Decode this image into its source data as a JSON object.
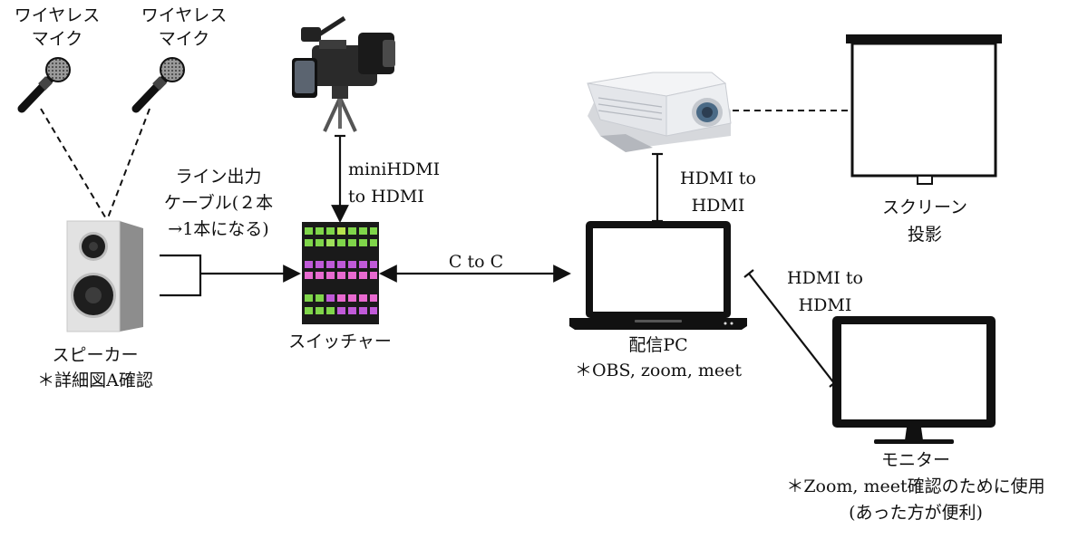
{
  "nodes": {
    "mic_left": {
      "line1": "ワイヤレス",
      "line2": "マイク"
    },
    "mic_right": {
      "line1": "ワイヤレス",
      "line2": "マイク"
    },
    "speaker": {
      "line1": "スピーカー",
      "line2": "＊詳細図A確認"
    },
    "switcher": {
      "label": "スイッチャー"
    },
    "pc": {
      "line1": "配信PC",
      "line2": "＊OBS, zoom, meet"
    },
    "screen": {
      "line1": "スクリーン",
      "line2": "投影"
    },
    "monitor": {
      "line1": "モニター",
      "line2": "＊Zoom, meet確認のために使用",
      "line3": "(あった方が便利)"
    }
  },
  "connections": {
    "line_cable": {
      "line1": "ライン出力",
      "line2": "ケーブル(２本",
      "line3": "→1本になる)"
    },
    "camera_to_switcher": {
      "line1": "miniHDMI",
      "line2": "to HDMI"
    },
    "switcher_to_pc": {
      "label": "C to C"
    },
    "pc_to_projector": {
      "line1": "HDMI to",
      "line2": "HDMI"
    },
    "pc_to_monitor": {
      "line1": "HDMI to",
      "line2": "HDMI"
    }
  },
  "colors": {
    "line": "#111111",
    "switcher_bg": "#1a1a1a",
    "switcher_green": "#7fd54a",
    "switcher_magenta": "#c05ad8",
    "switcher_pink": "#e86ad0",
    "projector_body": "#e4e6ea",
    "projector_lens": "#4a6a86"
  }
}
